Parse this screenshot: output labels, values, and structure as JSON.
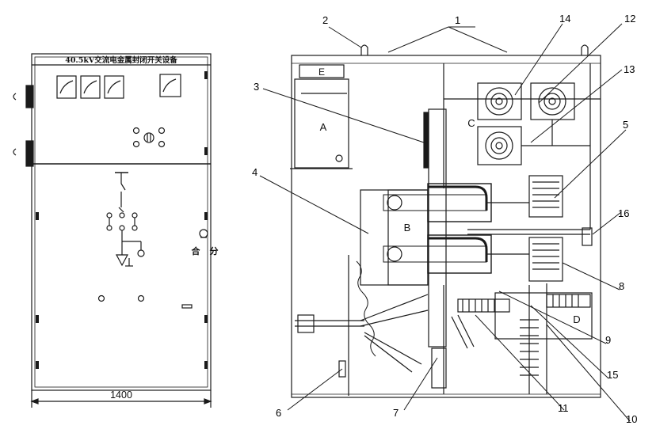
{
  "front_view": {
    "nameplate": "40.5kV交流电金属封闭开关设备",
    "width_dimension": "1400",
    "indicator_labels": {
      "close": "合",
      "open": "分"
    }
  },
  "section_view": {
    "compartment_labels": {
      "a": "A",
      "b": "B",
      "c": "C",
      "d": "D",
      "e": "E"
    },
    "callouts": [
      {
        "number": "1"
      },
      {
        "number": "2"
      },
      {
        "number": "3"
      },
      {
        "number": "4"
      },
      {
        "number": "5"
      },
      {
        "number": "6"
      },
      {
        "number": "7"
      },
      {
        "number": "8"
      },
      {
        "number": "9"
      },
      {
        "number": "10"
      },
      {
        "number": "11"
      },
      {
        "number": "12"
      },
      {
        "number": "13"
      },
      {
        "number": "14"
      },
      {
        "number": "15"
      },
      {
        "number": "16"
      }
    ]
  },
  "colors": {
    "line": "#1a1a1a",
    "background": "#ffffff"
  }
}
